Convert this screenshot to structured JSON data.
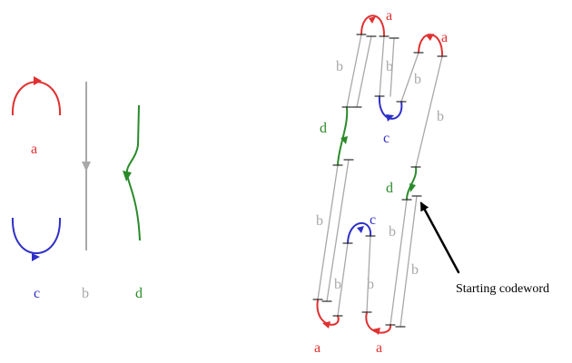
{
  "legend": {
    "a": {
      "label": "a",
      "color": "#e03030"
    },
    "b": {
      "label": "b",
      "color": "#a8a8a8"
    },
    "c": {
      "label": "c",
      "color": "#2f2fc8"
    },
    "d": {
      "label": "d",
      "color": "#2a8a2a"
    }
  },
  "assembly": {
    "labels_a": [
      "a",
      "a",
      "a",
      "a"
    ],
    "labels_b": [
      "b",
      "b",
      "b",
      "b",
      "b",
      "b",
      "b",
      "b",
      "b"
    ],
    "labels_c": [
      "c",
      "c"
    ],
    "labels_d": [
      "d",
      "d"
    ]
  },
  "annotation": {
    "text": "Starting codeword",
    "arrow_color": "#000000"
  }
}
